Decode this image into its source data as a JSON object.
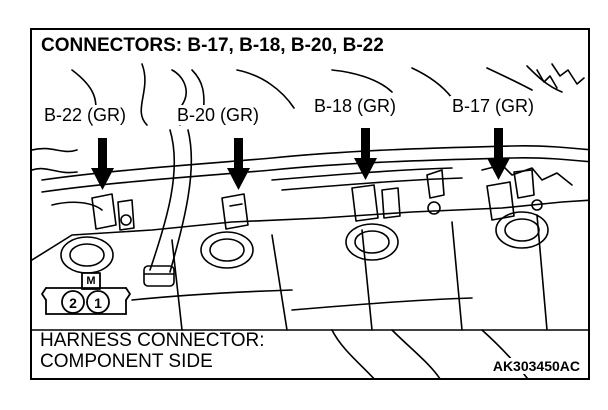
{
  "title": "CONNECTORS: B-17, B-18, B-20, B-22",
  "connectors": [
    {
      "label": "B-22 (GR)"
    },
    {
      "label": "B-20 (GR)"
    },
    {
      "label": "B-18 (GR)"
    },
    {
      "label": "B-17 (GR)"
    }
  ],
  "harness_note": {
    "line1": "HARNESS CONNECTOR:",
    "line2": "COMPONENT SIDE"
  },
  "connector_symbol": {
    "marker": "M",
    "pins": [
      "2",
      "1"
    ]
  },
  "figure_code": "AK303450AC"
}
